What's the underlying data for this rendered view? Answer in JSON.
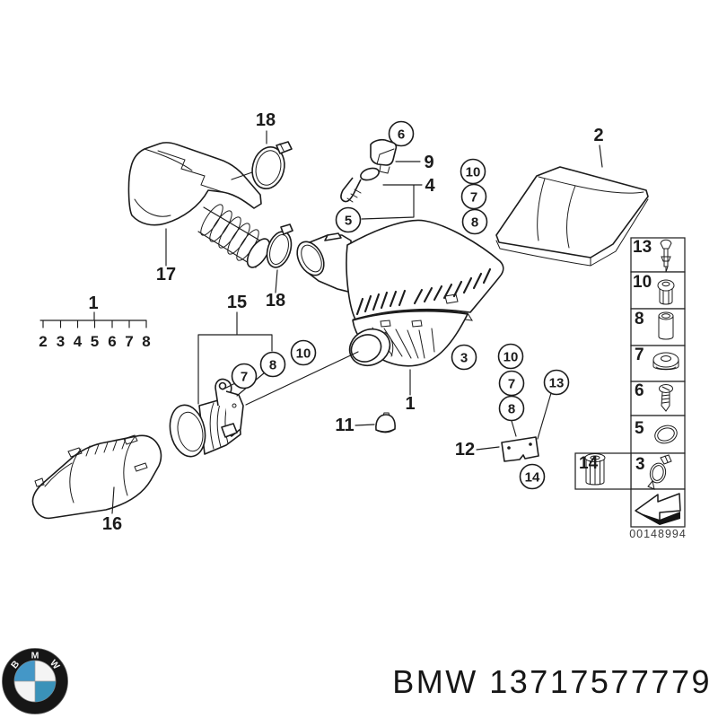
{
  "diagram": {
    "legend": {
      "parent": "1",
      "items": [
        "2",
        "3",
        "4",
        "5",
        "6",
        "7",
        "8"
      ]
    },
    "labels": {
      "clamp_top": "18",
      "duct": "17",
      "cap_circle": "6",
      "probe": "9",
      "sensor": "4",
      "oring": "5",
      "filter": "2",
      "stack_top": [
        "10",
        "7",
        "8"
      ],
      "maf_group": "15",
      "clamp_front": "18",
      "maf_circle_7": "7",
      "maf_circle_8": "8",
      "maf_circle_10": "10",
      "housing": "1",
      "clamp_circle": "3",
      "stack_right": [
        "10",
        "7",
        "8"
      ],
      "screw_circle": "13",
      "cap": "11",
      "bracket": "12",
      "nut_circle": "14",
      "muffler": "16"
    }
  },
  "panel": {
    "rows": [
      {
        "num": "13",
        "icon": "expansion-rivet-icon"
      },
      {
        "num": "10",
        "icon": "pan-head-screw-icon"
      },
      {
        "num": "8",
        "icon": "spacer-sleeve-icon"
      },
      {
        "num": "7",
        "icon": "rubber-grommet-icon"
      },
      {
        "num": "6",
        "icon": "tapping-screw-icon"
      },
      {
        "num": "5",
        "icon": "o-ring-icon"
      }
    ],
    "bottom_left_num": "14",
    "bottom_right_num": "3",
    "code": "00148994"
  },
  "footer": {
    "text": "BMW 13717577779",
    "logo_letters": [
      "B",
      "M",
      "W"
    ],
    "colors": {
      "roundel_blue": "#4497c7",
      "roundel_blue_dark": "#3a92b9",
      "roundel_ring": "#161616"
    }
  }
}
